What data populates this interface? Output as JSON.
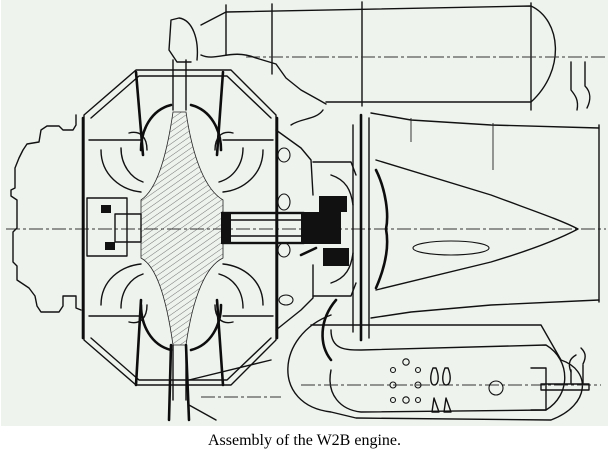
{
  "figure": {
    "caption": "Assembly of the W2B engine.",
    "subject": "W2B jet engine cross-section assembly drawing",
    "components": [
      {
        "name": "reduction-gearbox",
        "icon": "gearbox-outline"
      },
      {
        "name": "double-sided-centrifugal-compressor",
        "icon": "impeller-hatched"
      },
      {
        "name": "diffuser-casing",
        "icon": "diffuser-vanes"
      },
      {
        "name": "turbine-shaft",
        "icon": "shaft"
      },
      {
        "name": "turbine-wheel",
        "icon": "turbine"
      },
      {
        "name": "exhaust-cone",
        "icon": "cone"
      },
      {
        "name": "jet-pipe",
        "icon": "nozzle"
      },
      {
        "name": "upper-combustion-chamber",
        "icon": "can-combustor"
      },
      {
        "name": "lower-combustion-chamber",
        "icon": "can-combustor-sectioned"
      }
    ],
    "colors": {
      "paper": "#eef3ee",
      "ink": "#111111",
      "page": "#ffffff"
    }
  }
}
